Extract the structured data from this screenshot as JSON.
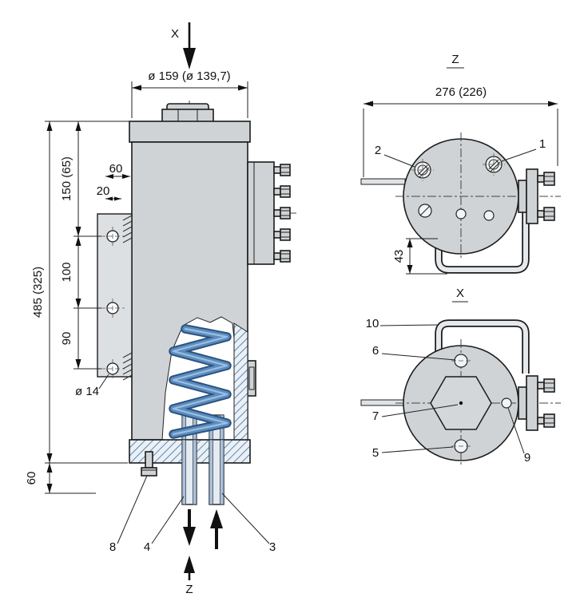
{
  "front": {
    "axis_top": "X",
    "dim_diameter": "ø 159 (ø 139,7)",
    "dim_overall": "485 (325)",
    "dim_upper": "150 (65)",
    "dim_bracket_offset": "60",
    "dim_bracket_inset": "20",
    "dim_hole_pitch_1": "100",
    "dim_hole_pitch_2": "90",
    "dim_hole_diameter": "ø 14",
    "dim_base_height": "60",
    "callout_8": "8",
    "callout_4": "4",
    "callout_3": "3",
    "axis_bottom": "Z"
  },
  "z_view": {
    "label": "Z",
    "dim_width": "276 (226)",
    "dim_port_offset": "43",
    "callout_1": "1",
    "callout_2": "2"
  },
  "x_view": {
    "label": "X",
    "callout_10": "10",
    "callout_6": "6",
    "callout_7": "7",
    "callout_5": "5",
    "callout_9": "9"
  },
  "colors": {
    "body_fill": "#cfd3d5",
    "spring_blue": "#5b8cc0",
    "section_hatch_blue": "#5d87b0",
    "line": "#1c1c1c"
  }
}
